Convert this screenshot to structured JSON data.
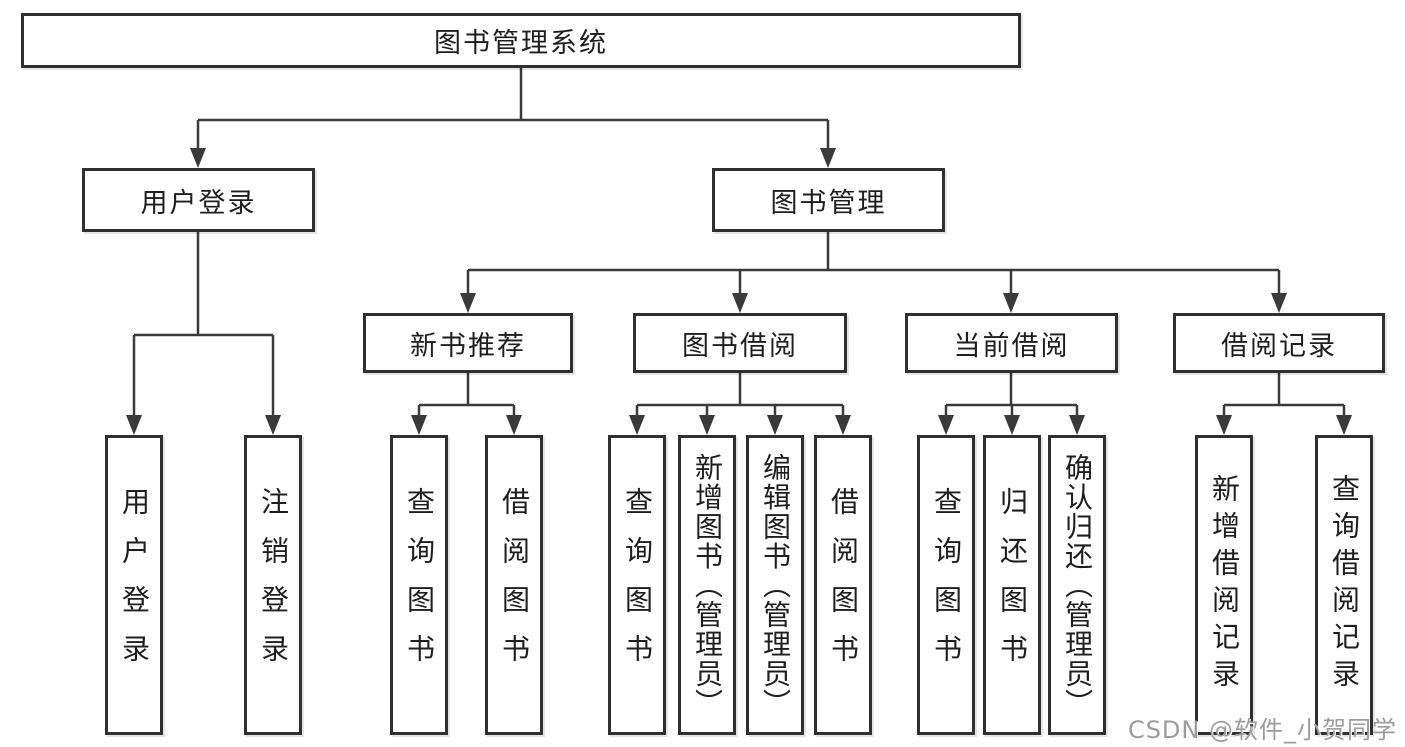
{
  "tree": {
    "root": {
      "label": "图书管理系统"
    },
    "branches": [
      {
        "label": "用户登录",
        "children": [
          {
            "label": "用户登录"
          },
          {
            "label": "注销登录"
          }
        ]
      },
      {
        "label": "图书管理",
        "groups": [
          {
            "label": "新书推荐",
            "children": [
              {
                "label": "查询图书"
              },
              {
                "label": "借阅图书"
              }
            ]
          },
          {
            "label": "图书借阅",
            "children": [
              {
                "label": "查询图书"
              },
              {
                "label": "新增图书（管理员）"
              },
              {
                "label": "编辑图书（管理员）"
              },
              {
                "label": "借阅图书"
              }
            ]
          },
          {
            "label": "当前借阅",
            "children": [
              {
                "label": "查询图书"
              },
              {
                "label": "归还图书"
              },
              {
                "label": "确认归还（管理员）"
              }
            ]
          },
          {
            "label": "借阅记录",
            "children": [
              {
                "label": "新增借阅记录"
              },
              {
                "label": "查询借阅记录"
              }
            ]
          }
        ]
      }
    ]
  },
  "colors": {
    "line": "#3a3a3a",
    "box_border": "#2f2f2f",
    "text": "#1e1e1e",
    "watermark": "#9c9c9c",
    "background": "#ffffff"
  },
  "watermark": {
    "text": "CSDN @软件_小贺同学"
  }
}
